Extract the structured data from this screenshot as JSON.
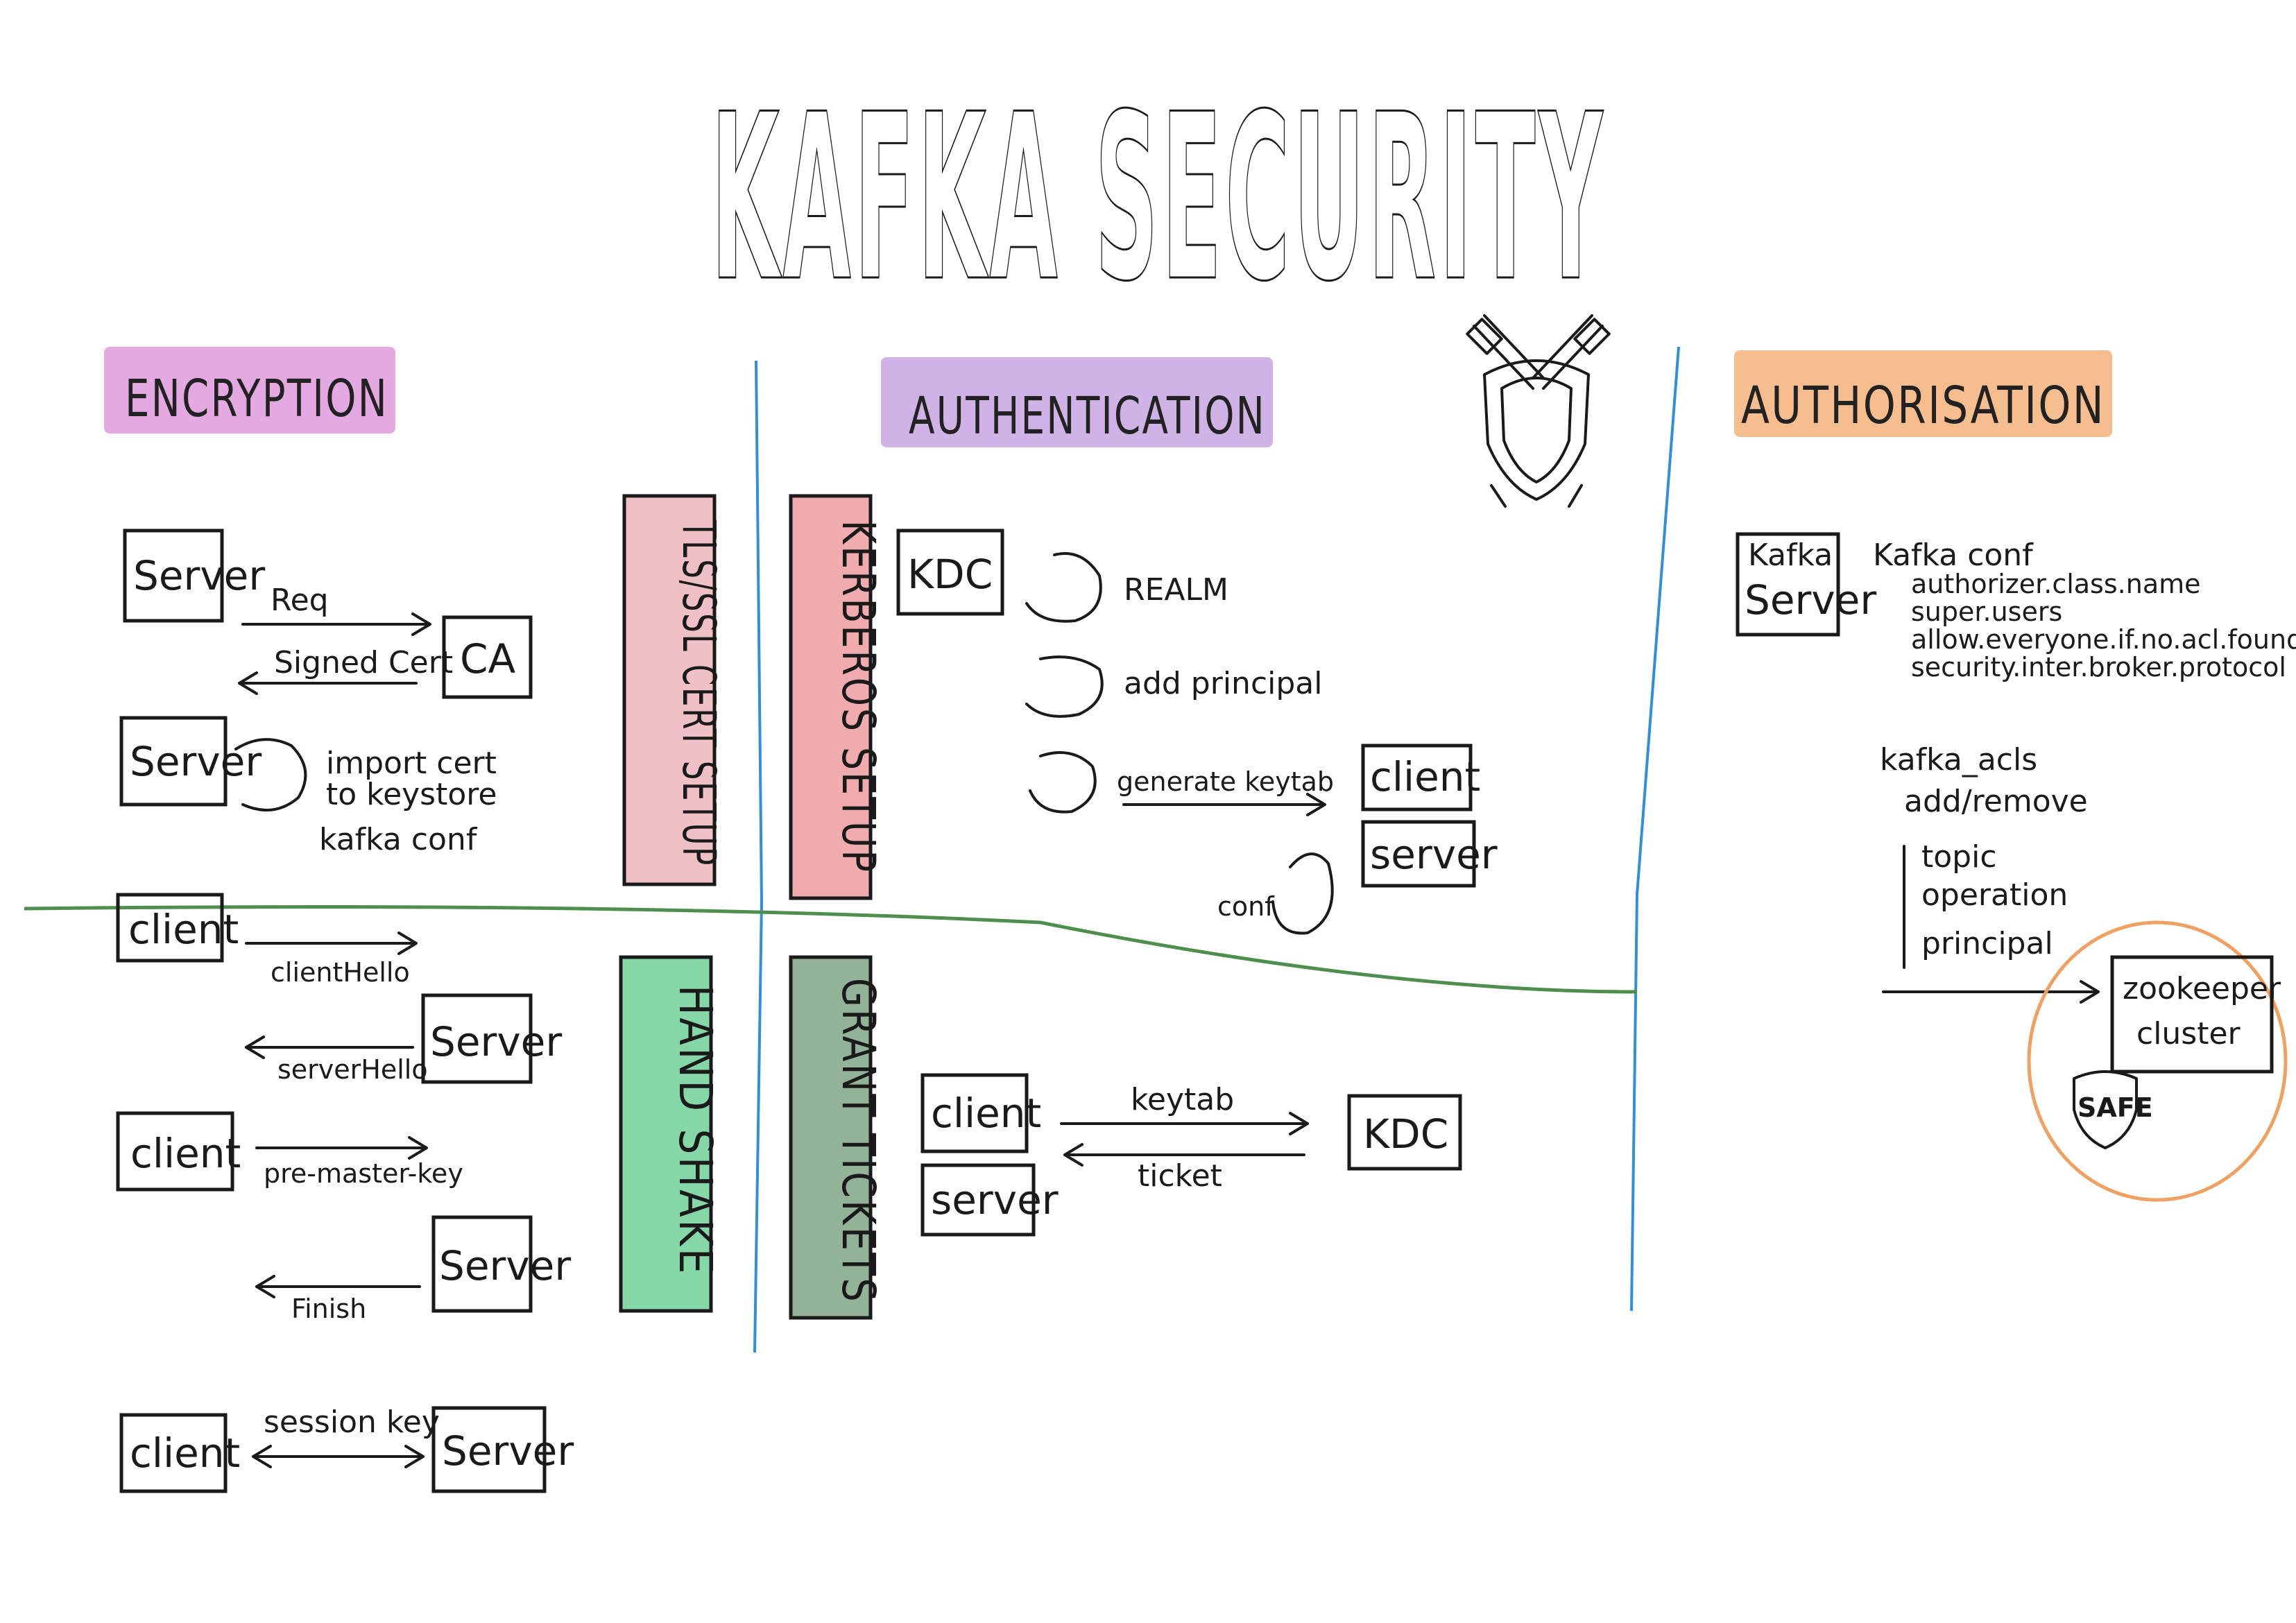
{
  "title": "KAFKA SECURITY",
  "colors": {
    "encryption_highlight": "#d77bd3",
    "authentication_highlight": "#b58ad8",
    "authorisation_highlight": "#f2a15e",
    "cert_setup_bar": "#e8a6ae",
    "kerberos_setup_bar": "#e8888a",
    "handshake_bar": "#5cc98a",
    "grant_tickets_bar": "#6f9a77",
    "blue_divider": "#2f8fd8",
    "green_divider": "#4e8f4e",
    "safe_circle": "#f0a060"
  },
  "sections": {
    "encryption": "ENCRYPTION",
    "authentication": "AUTHENTICATION",
    "authorisation": "AUTHORISATION"
  },
  "vertical_labels": {
    "cert_setup": "TLS/SSL CERT SETUP",
    "kerberos_setup": "KERBEROS SETUP",
    "handshake": "HAND SHAKE",
    "grant_tickets": "GRANT TICKETS"
  },
  "encryption": {
    "server1": "Server",
    "req": "Req",
    "ca": "CA",
    "signed_cert": "Signed Cert",
    "server2": "Server",
    "import_cert_1": "import cert",
    "import_cert_2": "to keystore",
    "kafka_conf": "kafka conf",
    "client1": "client",
    "client_hello": "clientHello",
    "server3": "Server",
    "server_hello": "serverHello",
    "client2": "client",
    "pre_master_key": "pre-master-key",
    "server4": "Server",
    "finish": "Finish",
    "client3": "client",
    "session_key": "session key",
    "server5": "Server"
  },
  "authentication": {
    "kdc1": "KDC",
    "realm": "REALM",
    "add_principal": "add principal",
    "generate_keytab": "generate keytab",
    "client1": "client",
    "server1": "server",
    "conf": "conf",
    "client2": "client",
    "server2": "server",
    "keytab": "keytab",
    "ticket": "ticket",
    "kdc2": "KDC"
  },
  "authorisation": {
    "kafka_server_1": "Kafka",
    "kafka_server_2": "Server",
    "kafka_conf": "Kafka conf",
    "conf_1": "authorizer.class.name",
    "conf_2": "super.users",
    "conf_3": "allow.everyone.if.no.acl.found",
    "conf_4": "security.inter.broker.protocol",
    "kafka_acls": "kafka_acls",
    "add_remove": "add/remove",
    "topic": "topic",
    "operation": "operation",
    "principal": "principal",
    "zookeeper": "zookeeper",
    "cluster": "cluster",
    "safe": "SAFE"
  }
}
